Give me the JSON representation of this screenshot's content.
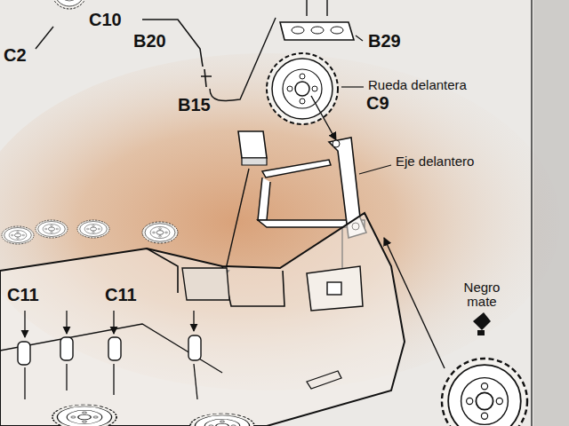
{
  "diagram": {
    "labels": [
      "C10",
      "B20",
      "C2",
      "B29",
      "Rueda delantera",
      "C9",
      "B15",
      "Eje delantero",
      "C11",
      "C11",
      "Negro mate"
    ]
  }
}
